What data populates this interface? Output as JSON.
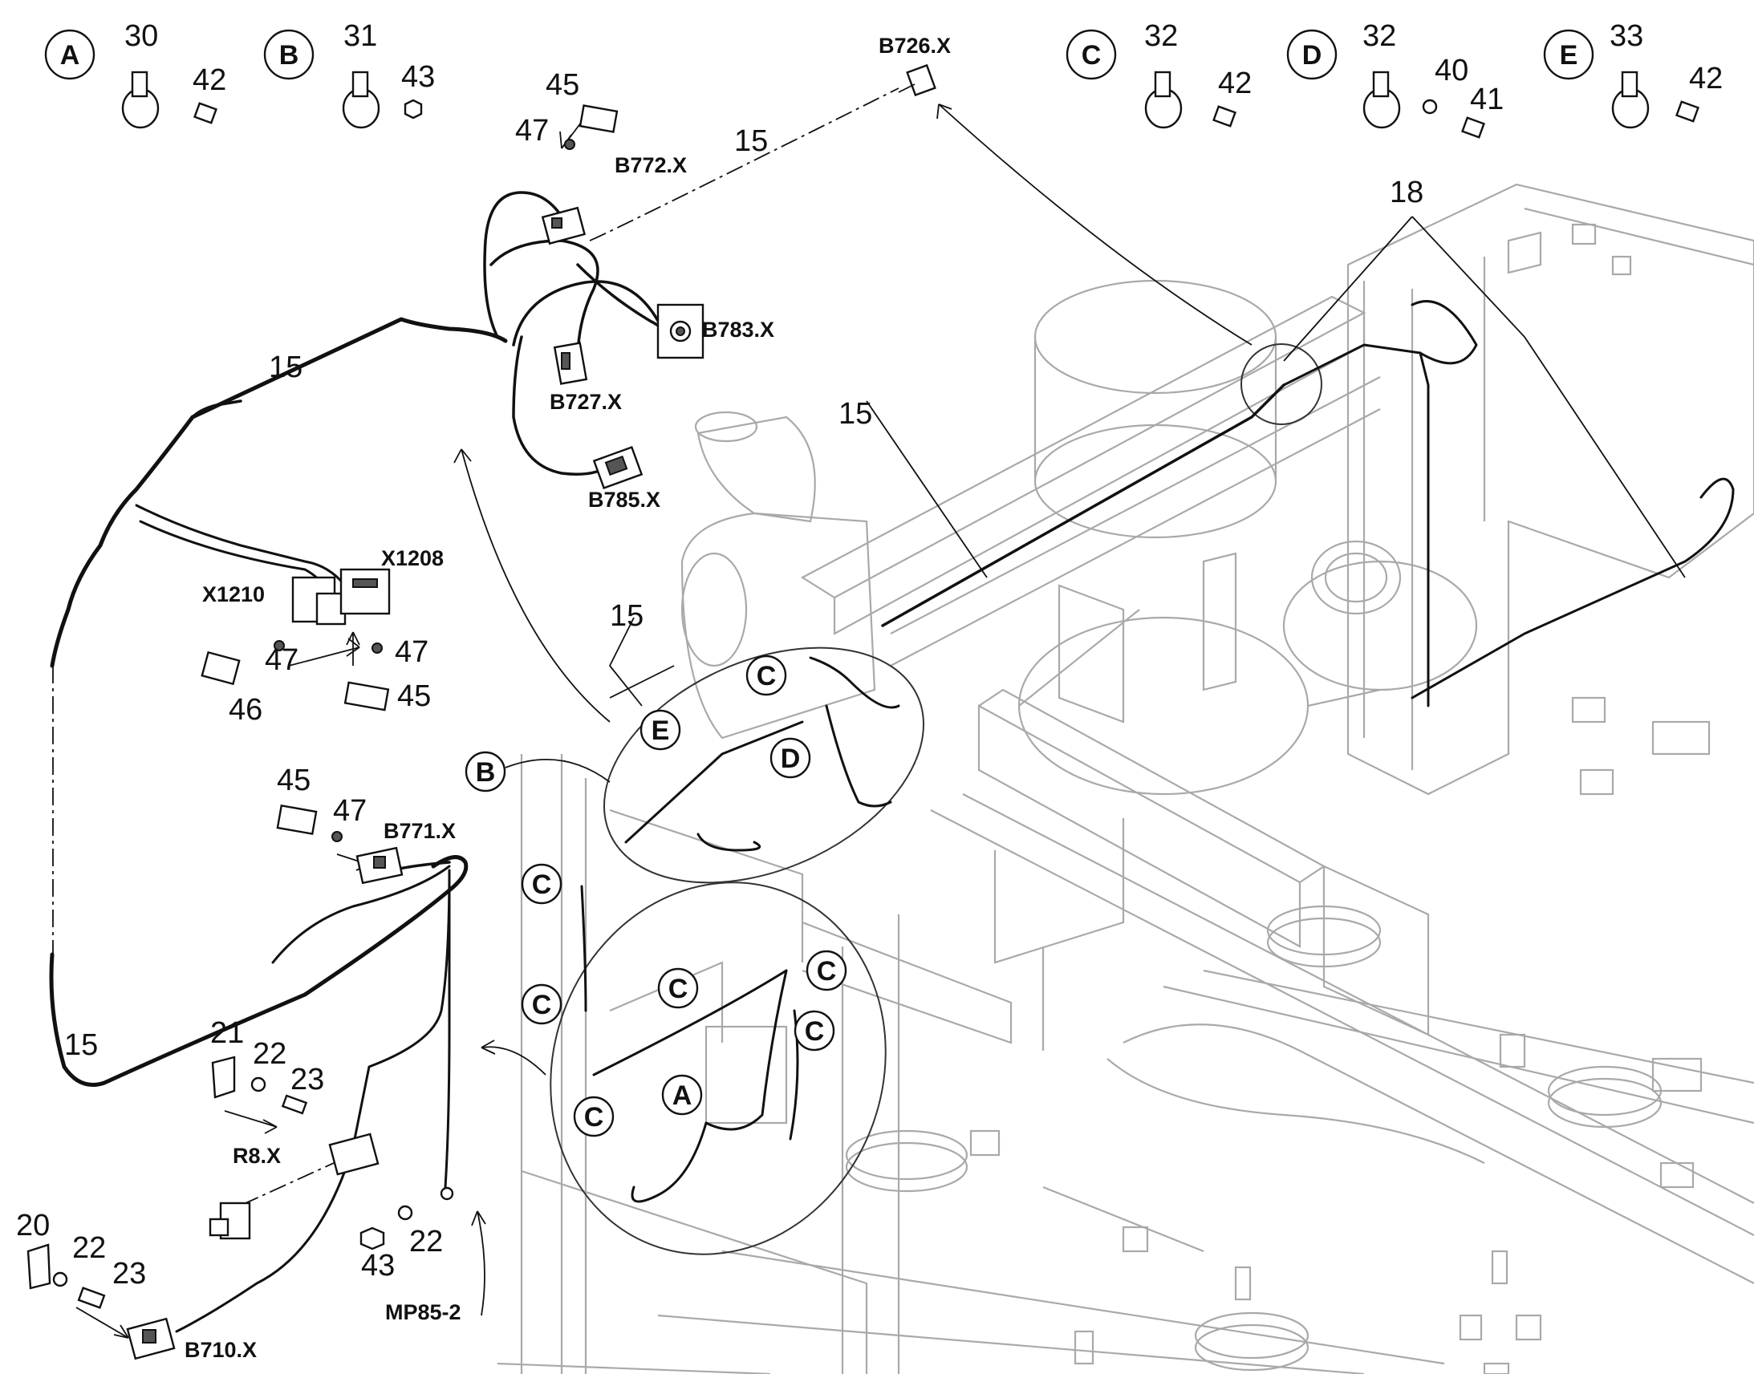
{
  "detail_views": [
    {
      "id": "A",
      "part_clip": "30",
      "part_screw": "42"
    },
    {
      "id": "B",
      "part_clip": "31",
      "part_nut": "43"
    },
    {
      "id": "C",
      "part_clip": "32",
      "part_screw": "42"
    },
    {
      "id": "D",
      "part_clip": "32",
      "part_washer": "40",
      "part_screw": "41"
    },
    {
      "id": "E",
      "part_clip": "33",
      "part_screw": "42"
    }
  ],
  "connectors": {
    "b726": "B726.X",
    "b772": "B772.X",
    "b783": "B783.X",
    "b727": "B727.X",
    "b785": "B785.X",
    "x1210": "X1210",
    "x1208": "X1208",
    "b771": "B771.X",
    "r8": "R8.X",
    "b710": "B710.X",
    "mp85": "MP85-2"
  },
  "part_numbers": {
    "p15": "15",
    "p18": "18",
    "p20": "20",
    "p21": "21",
    "p22": "22",
    "p23": "23",
    "p43": "43",
    "p45": "45",
    "p46": "46",
    "p47": "47"
  },
  "callouts": {
    "a": "A",
    "b": "B",
    "c": "C",
    "d": "D",
    "e": "E"
  }
}
